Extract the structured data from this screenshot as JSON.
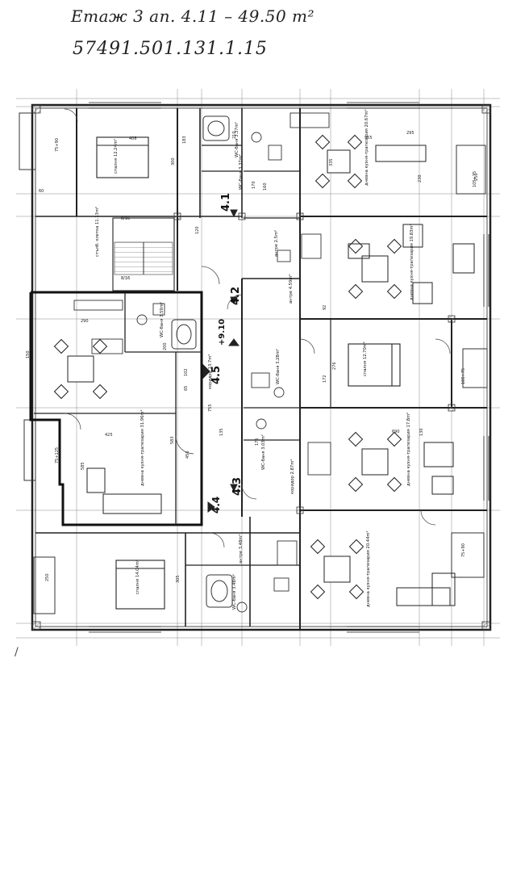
{
  "header": {
    "line1": "Етаж 3 ап. 4.11 – 49.50 m²",
    "line2": "57491.501.131.1.15"
  },
  "plan": {
    "rooms": {
      "bedroom_tl": "спалня 12.24m²",
      "bedroom_mid": "спалня 12.70m²",
      "bedroom_bl": "спалня 14.04m²",
      "living_tr": "дневна кухня-трапезария 20.67m²",
      "living_r2": "дневна кухня-трапезария 19.83m²",
      "living_r4": "дневна кухня-трапезария 17.8m²",
      "living_br": "дневна кухня-трапезария 20.44m²",
      "living_main": "дневна кухня-трапезария 31.96m²",
      "stair": "стълб. клетка 11.13m²",
      "wc_main": "WC-баня 3.59m²",
      "corridor": "коридор 13.7m²",
      "wc_top": "WC-баня 3.37m²",
      "wc_top2": "WC-баня 3.37m²",
      "wc_mid": "WC-баня 3.28m²",
      "wc_low": "WC-баня 3.03m²",
      "wc_bot": "WC-баня 3.48m²",
      "lobby": "антре 2.5m²",
      "antre": "антре 4.59m²",
      "corridor2": "коридор 2.87m²",
      "antre_bot": "антре 3.48m²"
    },
    "marks": {
      "level": "+9.10",
      "apt_41": "4.1",
      "apt_42": "4.2",
      "apt_43": "4.3",
      "apt_44": "4.4",
      "apt_45": "4.5",
      "stair_a": "8/16",
      "stair_b": "8/16"
    },
    "dims": {
      "d_408": "408",
      "d_300": "300",
      "d_183": "183",
      "d_210": "210",
      "d_425": "425",
      "d_583": "583",
      "d_755": "755",
      "d_135": "135",
      "d_690": "690",
      "d_555": "555",
      "d_335": "335",
      "d_230": "230",
      "d_250": "250",
      "d_120": "120",
      "d_160": "160",
      "d_290": "290",
      "d_295": "295",
      "d_276": "276",
      "d_172": "172",
      "d_102": "102",
      "d_92": "92",
      "d_65": "65",
      "d_150": "150",
      "d_130": "130",
      "d_60": "60",
      "d_585": "585",
      "d_456": "456",
      "d_175": "175",
      "d_200": "200",
      "d_305": "305",
      "d_170": "170",
      "d_75_90": "75+90",
      "d_75_125": "75+125",
      "d_105_75": "105+75",
      "d_75_90b": "75+90",
      "d_105_75b": "105+75",
      "d_250b": "250"
    }
  },
  "annotation": {
    "tick": "/"
  }
}
